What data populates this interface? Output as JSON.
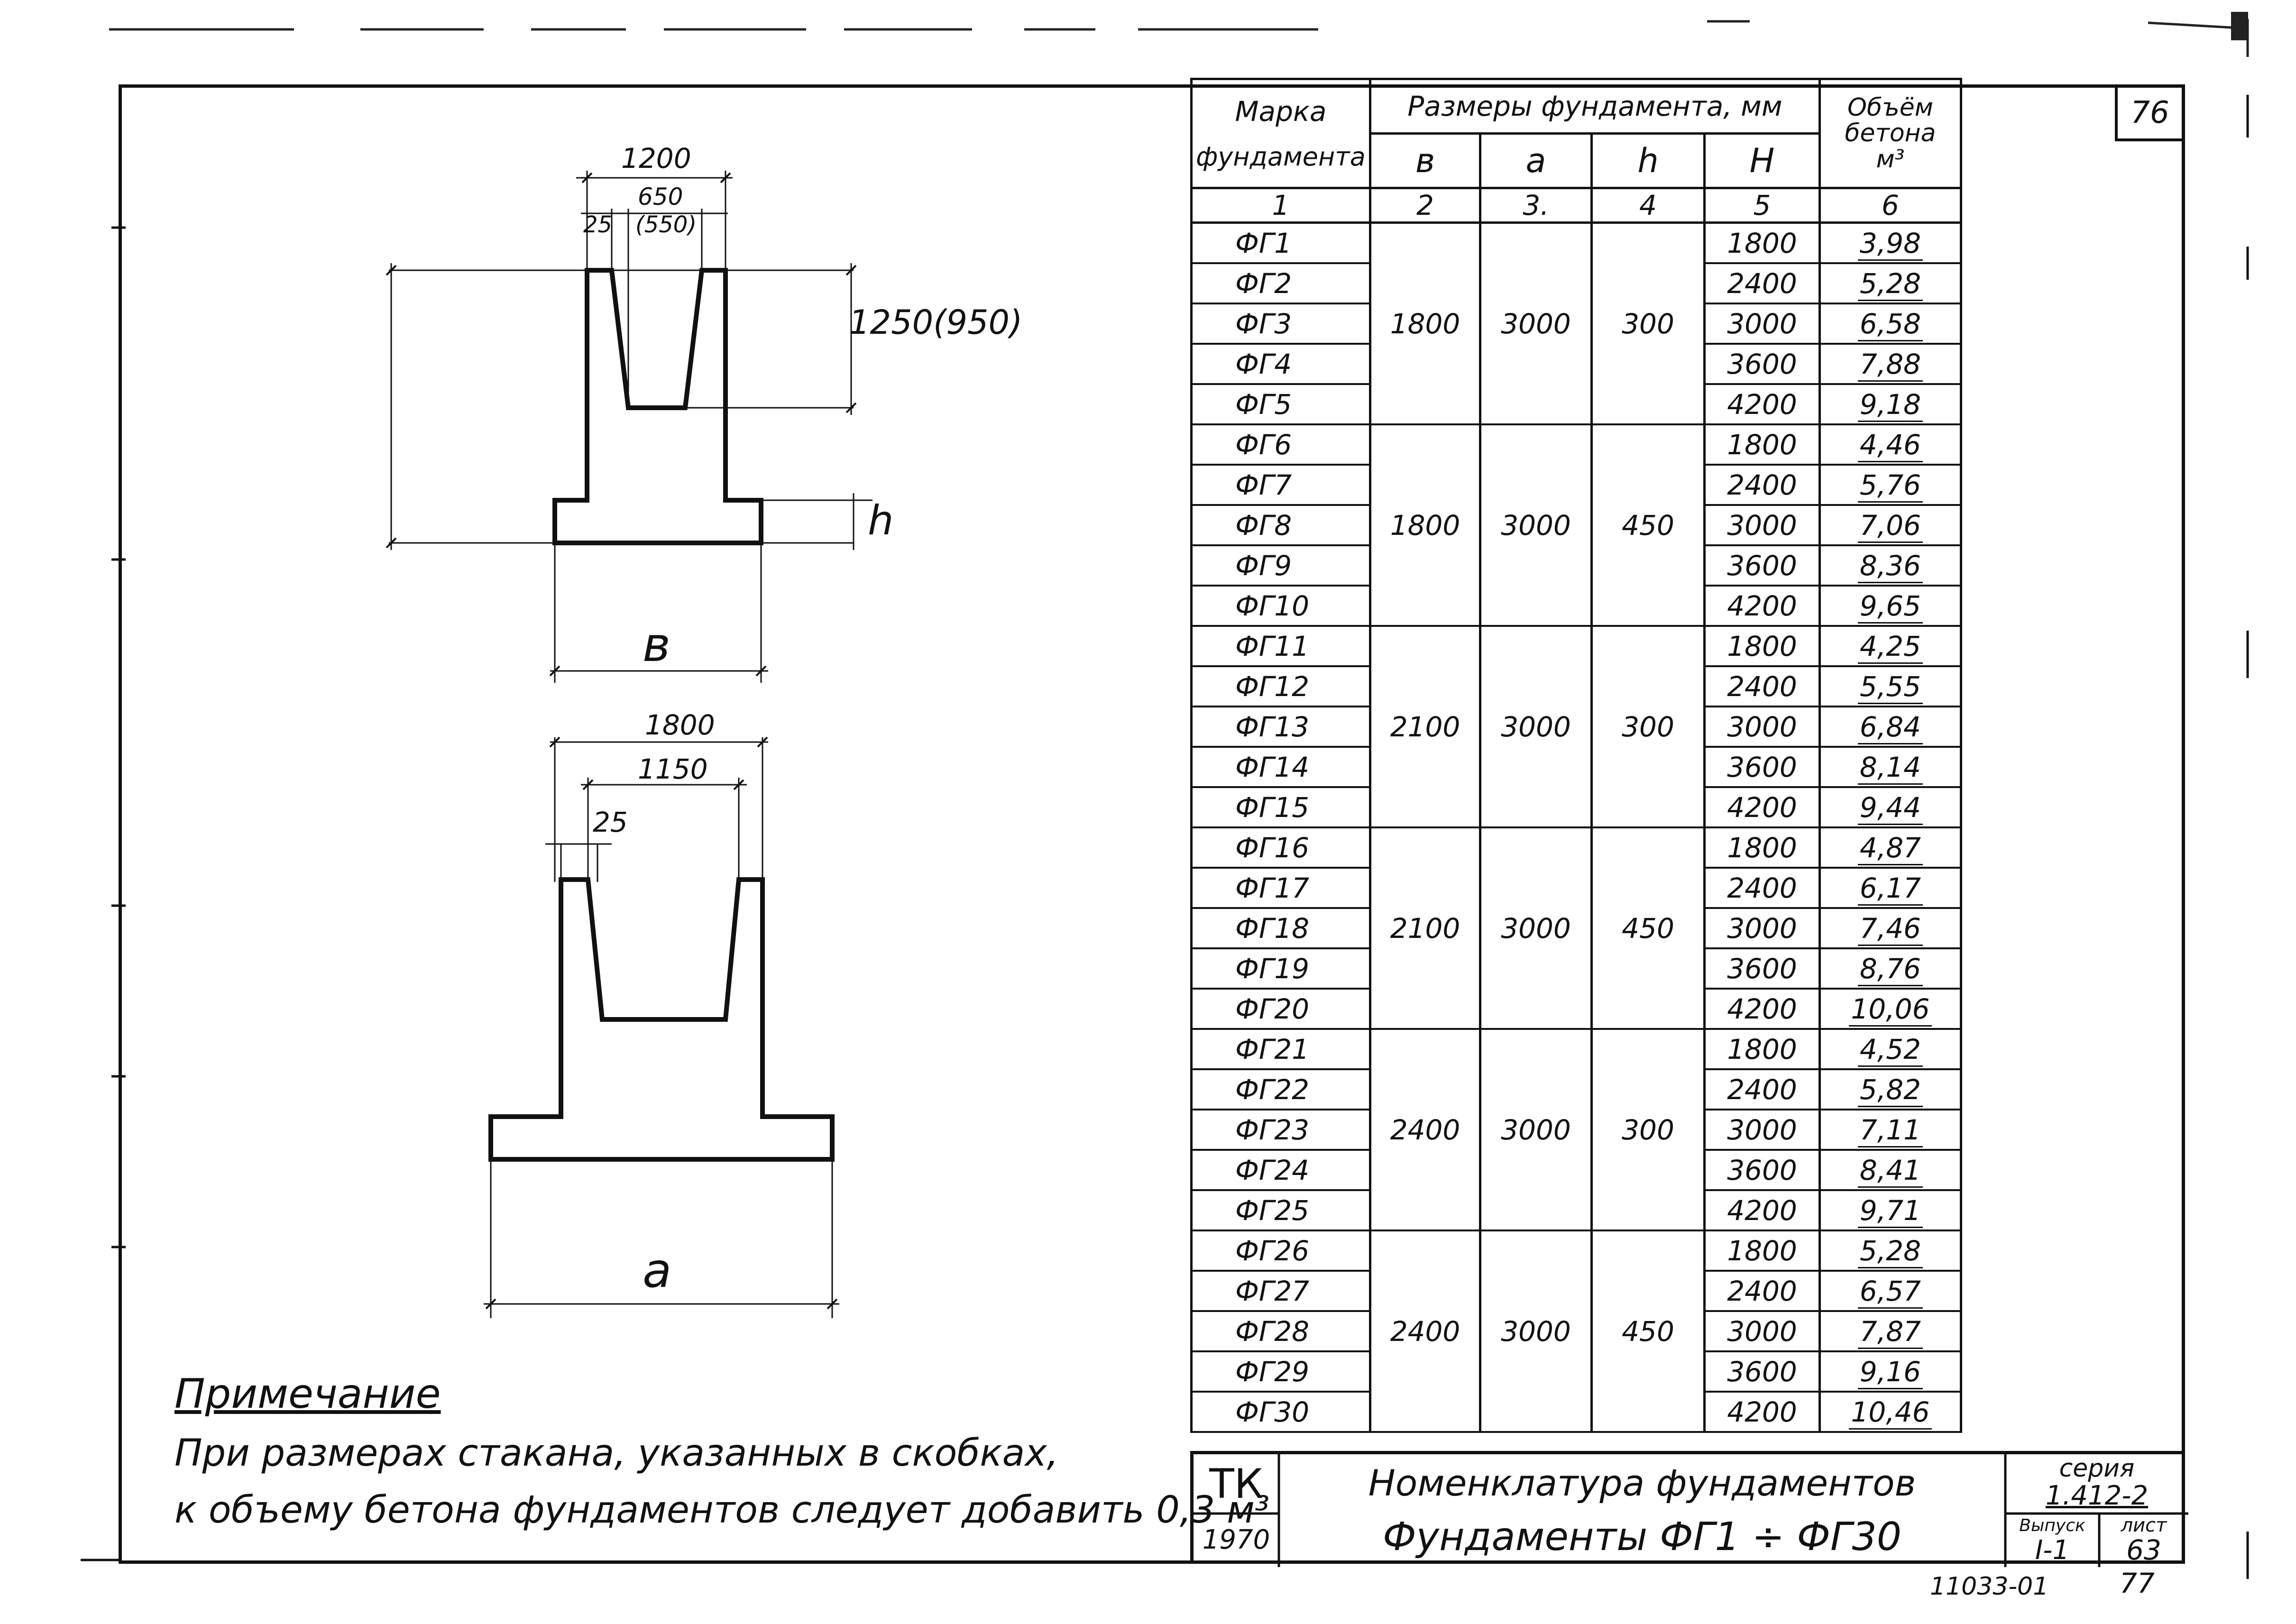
{
  "sheet_number": "76",
  "drawings": {
    "top": {
      "width_total": "1200",
      "width_socket": "650",
      "width_socket_alt": "(550)",
      "wall_offset": "25",
      "height_socket": "1250(950)",
      "slab_height": "h",
      "base_width": "в"
    },
    "bottom": {
      "width_total": "1800",
      "width_socket": "1150",
      "wall_offset": "25",
      "base_length": "а"
    }
  },
  "table": {
    "header": {
      "mark_line1": "Марка",
      "mark_line2": "фундамента",
      "dims_group": "Размеры фундамента, мм",
      "volume_line1": "Объём",
      "volume_line2": "бетона",
      "volume_line3": "м³",
      "col_b": "в",
      "col_a": "а",
      "col_h": "h",
      "col_H": "Н",
      "num1": "1",
      "num2": "2",
      "num3": "3.",
      "num4": "4",
      "num5": "5",
      "num6": "6"
    },
    "groups": [
      {
        "b": "1800",
        "a": "3000",
        "h": "300",
        "rows": [
          {
            "mark": "ФГ1",
            "H": "1800",
            "vol": "3,98"
          },
          {
            "mark": "ФГ2",
            "H": "2400",
            "vol": "5,28"
          },
          {
            "mark": "ФГ3",
            "H": "3000",
            "vol": "6,58"
          },
          {
            "mark": "ФГ4",
            "H": "3600",
            "vol": "7,88"
          },
          {
            "mark": "ФГ5",
            "H": "4200",
            "vol": "9,18"
          }
        ]
      },
      {
        "b": "1800",
        "a": "3000",
        "h": "450",
        "rows": [
          {
            "mark": "ФГ6",
            "H": "1800",
            "vol": "4,46"
          },
          {
            "mark": "ФГ7",
            "H": "2400",
            "vol": "5,76"
          },
          {
            "mark": "ФГ8",
            "H": "3000",
            "vol": "7,06"
          },
          {
            "mark": "ФГ9",
            "H": "3600",
            "vol": "8,36"
          },
          {
            "mark": "ФГ10",
            "H": "4200",
            "vol": "9,65"
          }
        ]
      },
      {
        "b": "2100",
        "a": "3000",
        "h": "300",
        "rows": [
          {
            "mark": "ФГ11",
            "H": "1800",
            "vol": "4,25"
          },
          {
            "mark": "ФГ12",
            "H": "2400",
            "vol": "5,55"
          },
          {
            "mark": "ФГ13",
            "H": "3000",
            "vol": "6,84"
          },
          {
            "mark": "ФГ14",
            "H": "3600",
            "vol": "8,14"
          },
          {
            "mark": "ФГ15",
            "H": "4200",
            "vol": "9,44"
          }
        ]
      },
      {
        "b": "2100",
        "a": "3000",
        "h": "450",
        "rows": [
          {
            "mark": "ФГ16",
            "H": "1800",
            "vol": "4,87"
          },
          {
            "mark": "ФГ17",
            "H": "2400",
            "vol": "6,17"
          },
          {
            "mark": "ФГ18",
            "H": "3000",
            "vol": "7,46"
          },
          {
            "mark": "ФГ19",
            "H": "3600",
            "vol": "8,76"
          },
          {
            "mark": "ФГ20",
            "H": "4200",
            "vol": "10,06"
          }
        ]
      },
      {
        "b": "2400",
        "a": "3000",
        "h": "300",
        "rows": [
          {
            "mark": "ФГ21",
            "H": "1800",
            "vol": "4,52"
          },
          {
            "mark": "ФГ22",
            "H": "2400",
            "vol": "5,82"
          },
          {
            "mark": "ФГ23",
            "H": "3000",
            "vol": "7,11"
          },
          {
            "mark": "ФГ24",
            "H": "3600",
            "vol": "8,41"
          },
          {
            "mark": "ФГ25",
            "H": "4200",
            "vol": "9,71"
          }
        ]
      },
      {
        "b": "2400",
        "a": "3000",
        "h": "450",
        "rows": [
          {
            "mark": "ФГ26",
            "H": "1800",
            "vol": "5,28"
          },
          {
            "mark": "ФГ27",
            "H": "2400",
            "vol": "6,57"
          },
          {
            "mark": "ФГ28",
            "H": "3000",
            "vol": "7,87"
          },
          {
            "mark": "ФГ29",
            "H": "3600",
            "vol": "9,16"
          },
          {
            "mark": "ФГ30",
            "H": "4200",
            "vol": "10,46"
          }
        ]
      }
    ]
  },
  "note": {
    "title": "Примечание",
    "line1": "При размерах стакана, указанных в скобках,",
    "line2": "к объему бетона фундаментов следует добавить 0,3 м³"
  },
  "title_block": {
    "org": "ТК",
    "year": "1970",
    "title1": "Номенклатура фундаментов",
    "title2": "Фундаменты ФГ1 ÷ ФГ30",
    "series_label": "серия",
    "series_value": "1.412-2",
    "issue_label": "Выпуск",
    "issue_value": "I-1",
    "sheet_label": "лист",
    "sheet_value": "63"
  },
  "archive_number": "11033-01",
  "page_number": "77"
}
